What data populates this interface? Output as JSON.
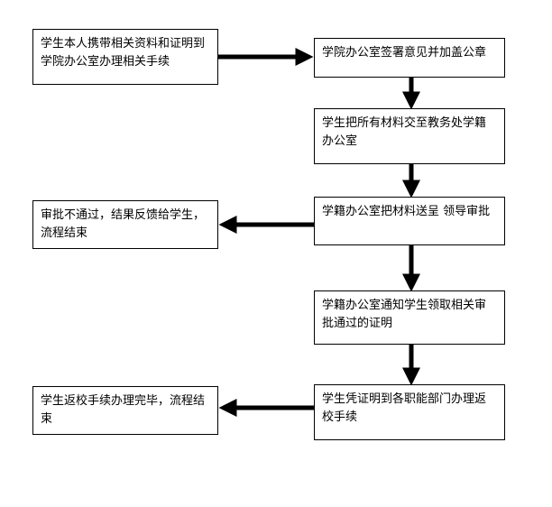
{
  "flowchart": {
    "steps": [
      {
        "id": "s1",
        "text": "学生本人携带相关资料和证明到学院办公室办理相关手续"
      },
      {
        "id": "s2",
        "text": "学院办公室签署意见并加盖公章"
      },
      {
        "id": "s3",
        "text": "学生把所有材料交至教务处学籍办公室"
      },
      {
        "id": "s4",
        "text": "学籍办公室把材料送呈 领导审批"
      },
      {
        "id": "s5",
        "text": "审批不通过，结果反馈给学生，流程结束"
      },
      {
        "id": "s6",
        "text": "学籍办公室通知学生领取相关审批通过的证明"
      },
      {
        "id": "s7",
        "text": "学生凭证明到各职能部门办理返校手续"
      },
      {
        "id": "s8",
        "text": "学生返校手续办理完毕，流程结束"
      }
    ],
    "edges": [
      {
        "from": "s1",
        "to": "s2"
      },
      {
        "from": "s2",
        "to": "s3"
      },
      {
        "from": "s3",
        "to": "s4"
      },
      {
        "from": "s4",
        "to": "s5"
      },
      {
        "from": "s4",
        "to": "s6"
      },
      {
        "from": "s6",
        "to": "s7"
      },
      {
        "from": "s7",
        "to": "s8"
      }
    ],
    "colors": {
      "border": "#000000",
      "arrow": "#000000",
      "background": "#ffffff"
    }
  }
}
